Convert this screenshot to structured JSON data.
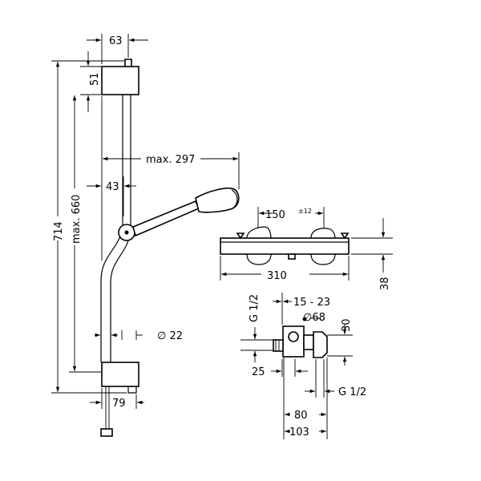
{
  "dimensions": {
    "width_63": "63",
    "height_51": "51",
    "height_714": "714",
    "max_660": "max. 660",
    "max_297": "max. 297",
    "width_43": "43",
    "dia_22": "∅ 22",
    "width_79": "79",
    "width_150": "150",
    "tolerance_12": "±12",
    "width_310": "310",
    "height_38": "38",
    "thread_top": "G 1/2",
    "range_15_23": "15 - 23",
    "dia_68": "∅68",
    "height_30": "30",
    "width_25": "25",
    "thread_bottom": "G 1/2",
    "width_80": "80",
    "width_103": "103"
  }
}
